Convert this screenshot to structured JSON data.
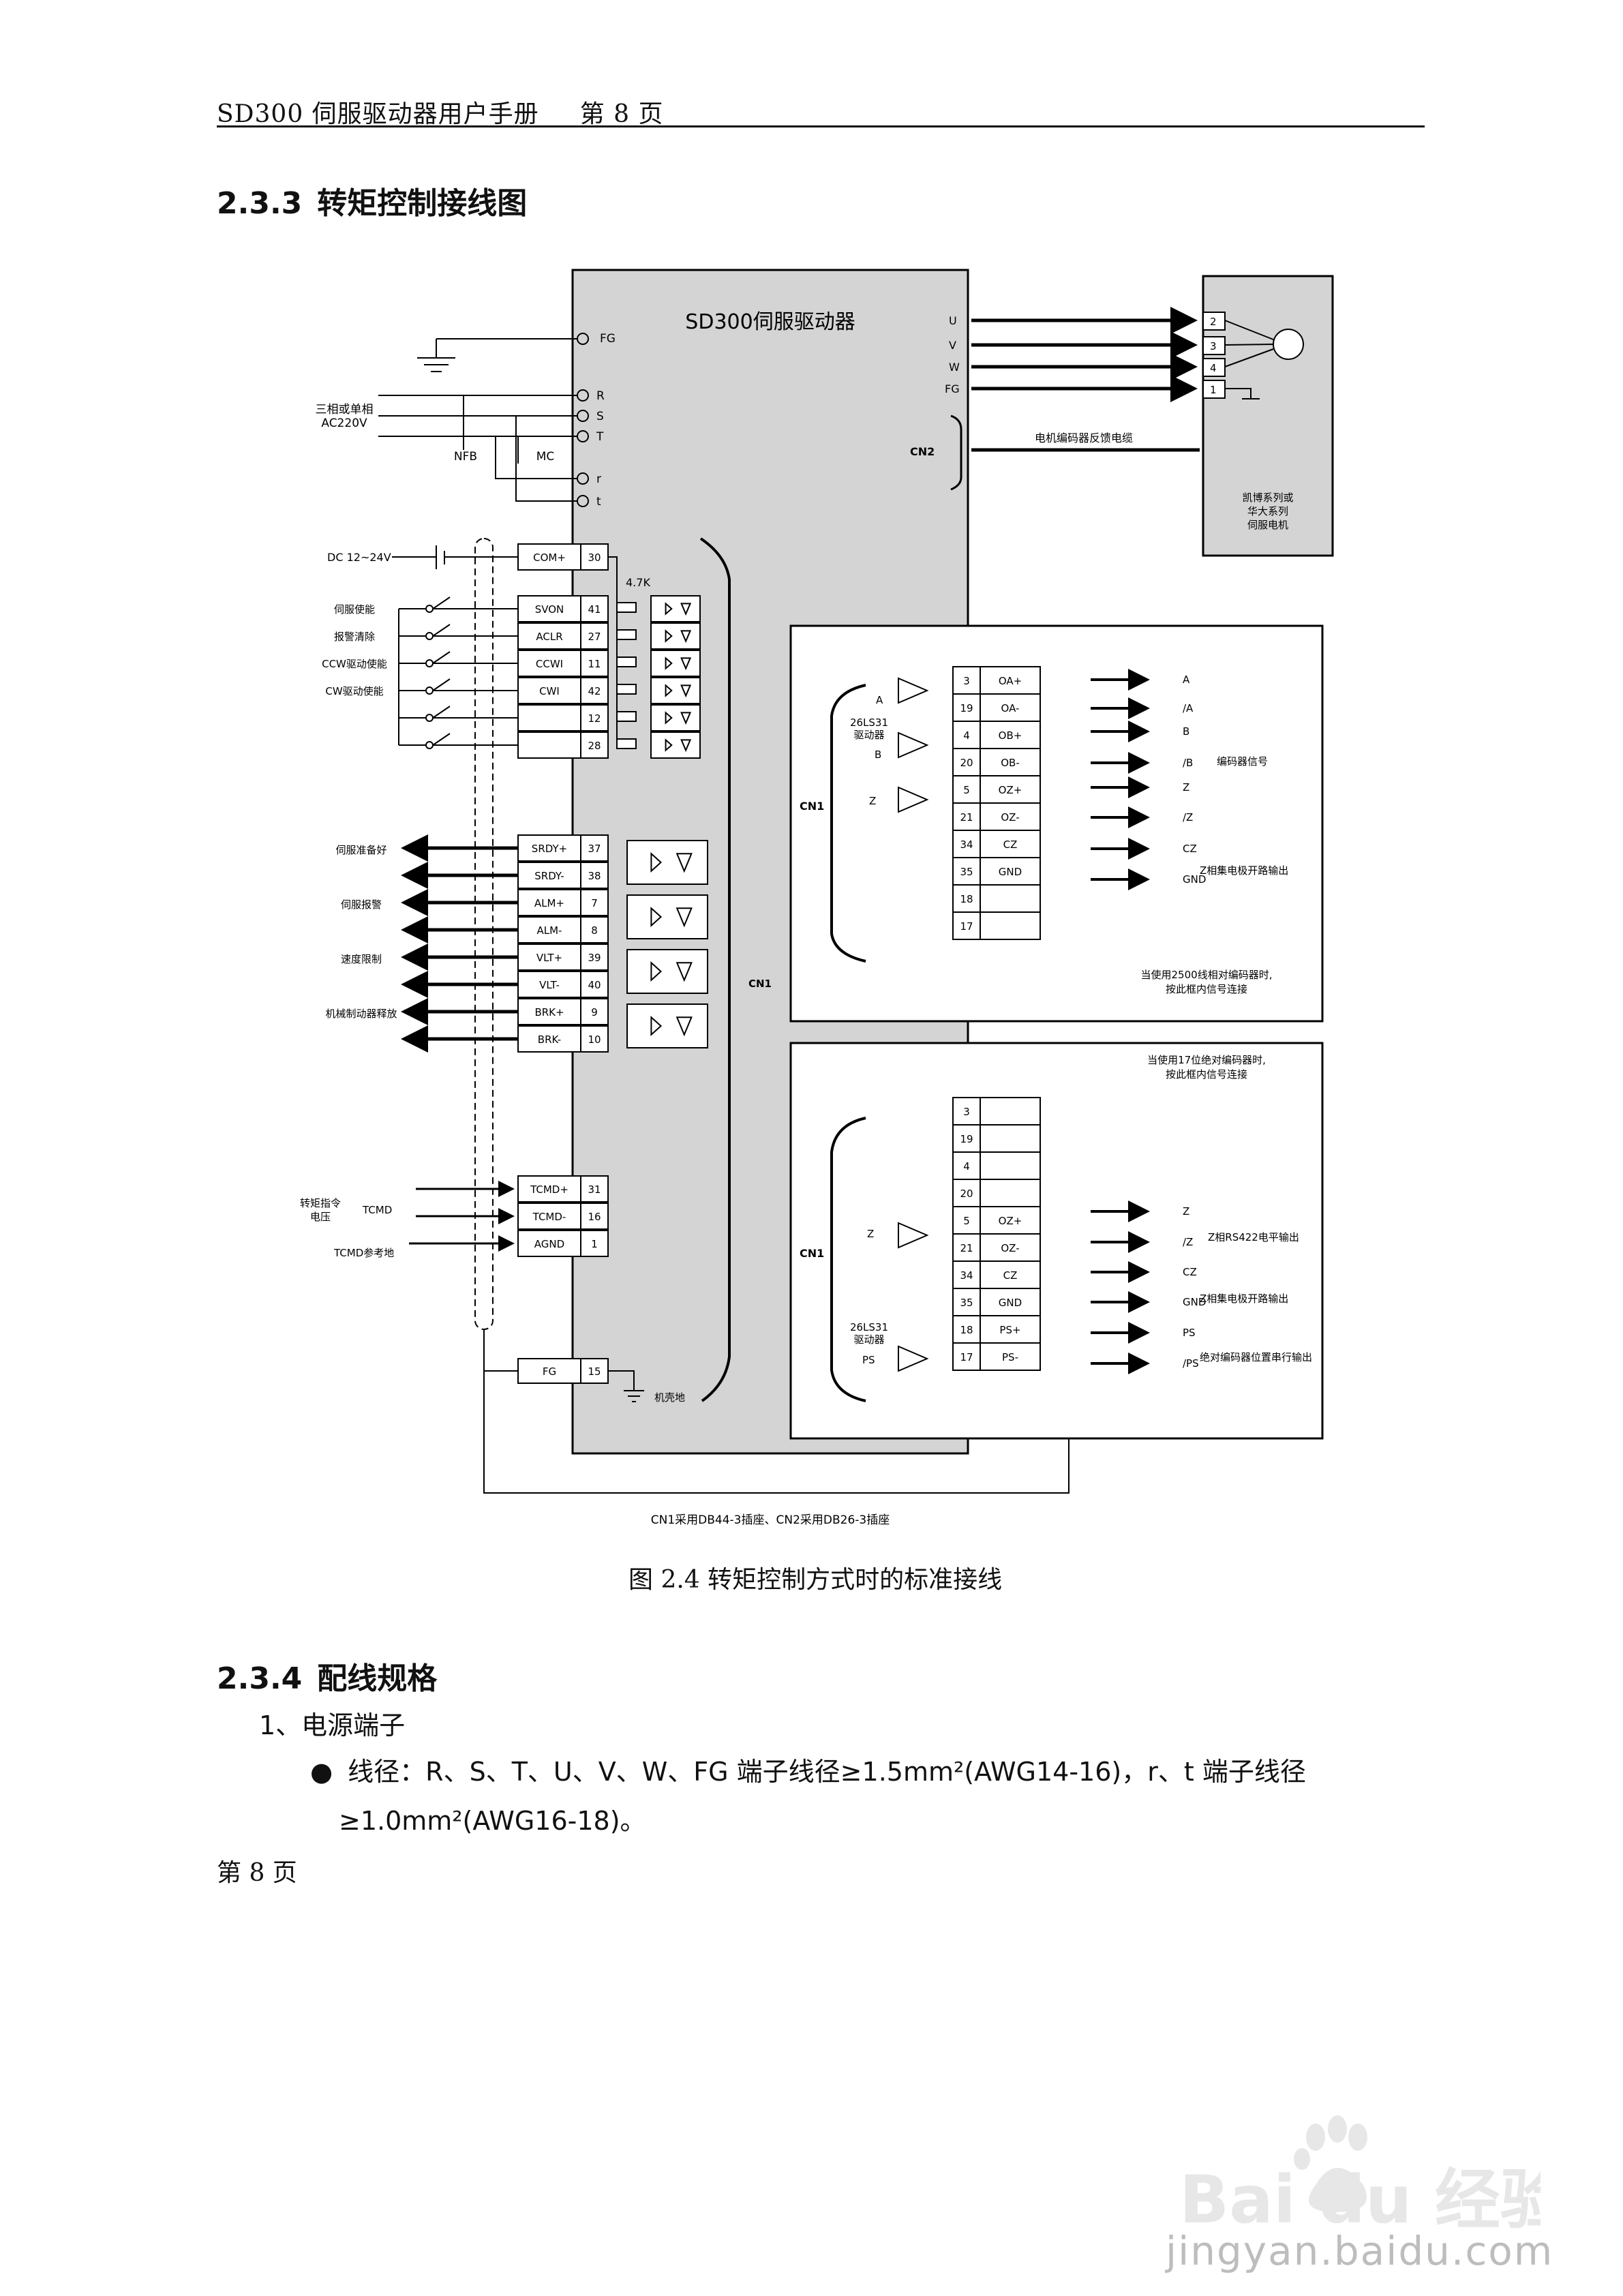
{
  "header": {
    "title": "SD300 伺服驱动器用户手册",
    "page": "第 8 页"
  },
  "section_233": {
    "num": "2.3.3",
    "title": "转矩控制接线图"
  },
  "diagram": {
    "drive_title": "SD300伺服驱动器",
    "power": {
      "fg": "FG",
      "supply_1": "三相或单相",
      "supply_2": "AC220V",
      "nfb": "NFB",
      "mc": "MC",
      "r": "R",
      "s": "S",
      "t": "T",
      "r_lower": "r",
      "t_lower": "t"
    },
    "motor_terms": [
      "U",
      "V",
      "W",
      "FG"
    ],
    "motor_pins": [
      "2",
      "3",
      "4",
      "1"
    ],
    "cn2": "CN2",
    "cn2_cable": "电机编码器反馈电缆",
    "motor_label_1": "凯博系列或",
    "motor_label_2": "华大系列",
    "motor_label_3": "伺服电机",
    "dc_supply": "DC 12~24V",
    "resistor": "4.7K",
    "inputs": [
      {
        "name": "COM+",
        "pin": "30",
        "label": ""
      },
      {
        "name": "SVON",
        "pin": "41",
        "label": "伺服使能"
      },
      {
        "name": "ACLR",
        "pin": "27",
        "label": "报警清除"
      },
      {
        "name": "CCWI",
        "pin": "11",
        "label": "CCW驱动使能"
      },
      {
        "name": "CWI",
        "pin": "42",
        "label": "CW驱动使能"
      },
      {
        "name": "",
        "pin": "12",
        "label": ""
      },
      {
        "name": "",
        "pin": "28",
        "label": ""
      }
    ],
    "outputs": [
      {
        "name": "SRDY+",
        "pin": "37"
      },
      {
        "name": "SRDY-",
        "pin": "38"
      },
      {
        "name": "ALM+",
        "pin": "7"
      },
      {
        "name": "ALM-",
        "pin": "8"
      },
      {
        "name": "VLT+",
        "pin": "39"
      },
      {
        "name": "VLT-",
        "pin": "40"
      },
      {
        "name": "BRK+",
        "pin": "9"
      },
      {
        "name": "BRK-",
        "pin": "10"
      }
    ],
    "output_labels": [
      "伺服准备好",
      "伺服报警",
      "速度限制",
      "机械制动器释放"
    ],
    "analog": [
      {
        "name": "TCMD+",
        "pin": "31"
      },
      {
        "name": "TCMD-",
        "pin": "16"
      },
      {
        "name": "AGND",
        "pin": "1"
      }
    ],
    "analog_label_1": "转矩指令",
    "analog_label_2": "电压",
    "tcmd": "TCMD",
    "tcmd_ground": "TCMD参考地",
    "fg_bottom": {
      "name": "FG",
      "pin": "15"
    },
    "chassis": "机壳地",
    "cn1": "CN1",
    "enc1": {
      "rows": [
        {
          "pin": "3",
          "name": "OA+"
        },
        {
          "pin": "19",
          "name": "OA-"
        },
        {
          "pin": "4",
          "name": "OB+"
        },
        {
          "pin": "20",
          "name": "OB-"
        },
        {
          "pin": "5",
          "name": "OZ+"
        },
        {
          "pin": "21",
          "name": "OZ-"
        },
        {
          "pin": "34",
          "name": "CZ"
        },
        {
          "pin": "35",
          "name": "GND"
        },
        {
          "pin": "18",
          "name": ""
        },
        {
          "pin": "17",
          "name": ""
        }
      ],
      "right_labels": [
        "A",
        "/A",
        "B",
        "/B",
        "Z",
        "/Z",
        "CZ",
        "GND"
      ],
      "left_labels": [
        "A",
        "B",
        "Z"
      ],
      "driver_1": "26LS31",
      "driver_2": "驱动器",
      "signal": "编码器信号",
      "oc_out": "Z相集电极开路输出",
      "note_1": "当使用2500线相对编码器时,",
      "note_2": "按此框内信号连接"
    },
    "enc2": {
      "note_1": "当使用17位绝对编码器时,",
      "note_2": "按此框内信号连接",
      "rows": [
        {
          "pin": "3",
          "name": ""
        },
        {
          "pin": "19",
          "name": ""
        },
        {
          "pin": "4",
          "name": ""
        },
        {
          "pin": "20",
          "name": ""
        },
        {
          "pin": "5",
          "name": "OZ+"
        },
        {
          "pin": "21",
          "name": "OZ-"
        },
        {
          "pin": "34",
          "name": "CZ"
        },
        {
          "pin": "35",
          "name": "GND"
        },
        {
          "pin": "18",
          "name": "PS+"
        },
        {
          "pin": "17",
          "name": "PS-"
        }
      ],
      "right_labels": [
        "Z",
        "/Z",
        "CZ",
        "GND",
        "PS",
        "/PS"
      ],
      "left_z": "Z",
      "left_ps": "PS",
      "driver_1": "26LS31",
      "driver_2": "驱动器",
      "rs422": "Z相RS422电平输出",
      "oc_out": "Z相集电极开路输出",
      "ps_out": "绝对编码器位置串行输出"
    },
    "connector_note": "CN1采用DB44-3插座、CN2采用DB26-3插座"
  },
  "caption": "图 2.4  转矩控制方式时的标准接线",
  "section_234": {
    "num": "2.3.4",
    "title": "配线规格"
  },
  "item1": "1、电源端子",
  "bullet_mark": "●",
  "bullet_line1": "线径：R、S、T、U、V、W、FG  端子线径≥1.5mm²(AWG14-16)，r、t  端子线径",
  "bullet_line2": "≥1.0mm²(AWG16-18)。",
  "footer": "第 8 页",
  "watermark": {
    "logo": "Bai du 经验",
    "url": "jingyan.baidu.com"
  }
}
